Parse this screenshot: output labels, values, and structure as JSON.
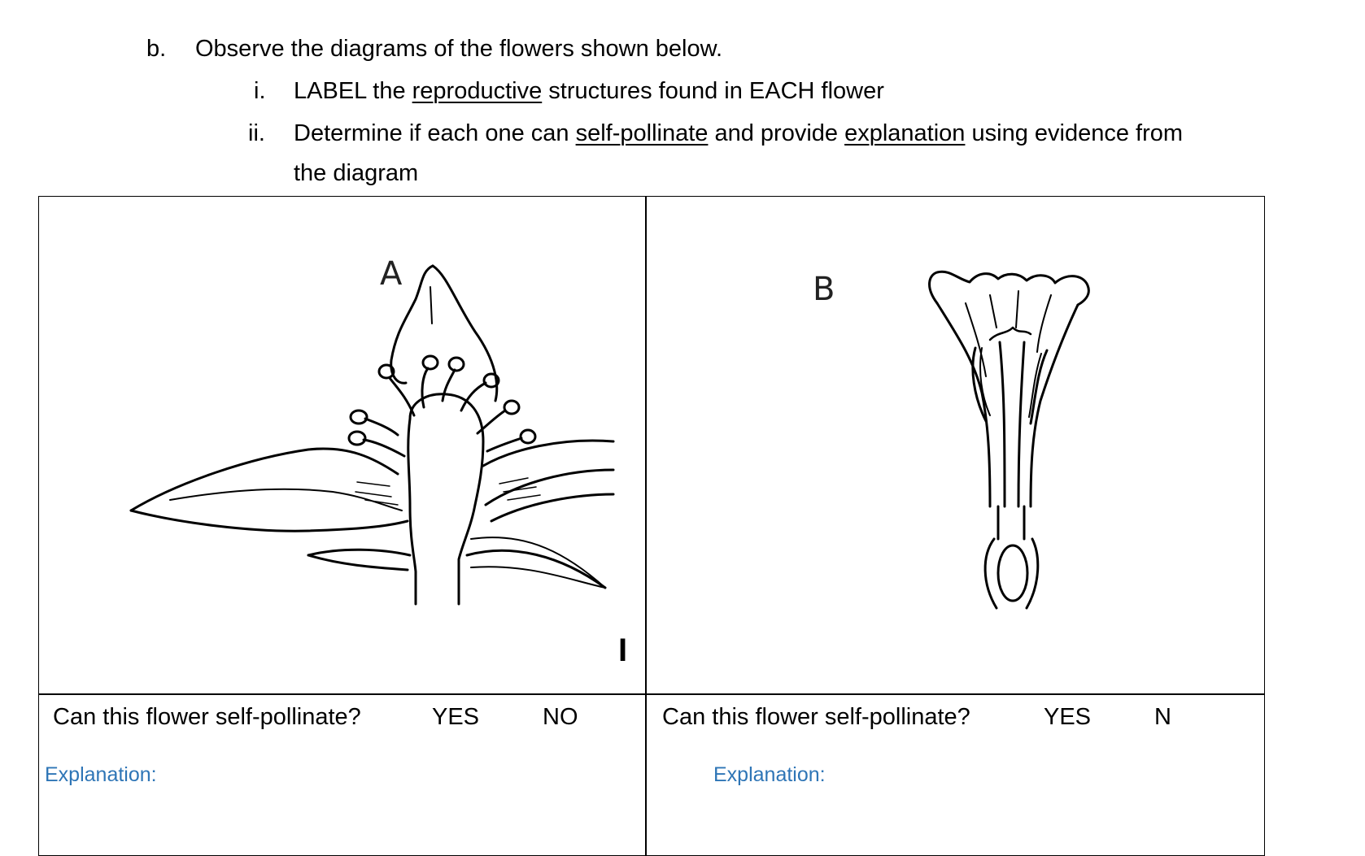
{
  "instructions": {
    "part_b": {
      "marker": "b.",
      "text": "Observe the diagrams of the flowers shown below."
    },
    "item_i": {
      "marker": "i.",
      "before": "LABEL the ",
      "underlined": "reproductive",
      "after": " structures found in EACH flower"
    },
    "item_ii": {
      "marker": "ii.",
      "before": "Determine if each one can ",
      "underlined_1": "self-pollinate",
      "middle": " and provide ",
      "underlined_2": "explanation",
      "after": " using evidence from",
      "line2": "the diagram"
    }
  },
  "flower_a": {
    "label": "A",
    "question": "Can this flower self-pollinate?",
    "yes": "YES",
    "no": "NO",
    "explanation_label": "Explanation:",
    "mark": "I"
  },
  "flower_b": {
    "label": "B",
    "question": "Can this flower self-pollinate?",
    "yes": "YES",
    "no": "N",
    "explanation_label": "Explanation:"
  },
  "colors": {
    "explanation": "#2e75b6",
    "border": "#000000"
  }
}
